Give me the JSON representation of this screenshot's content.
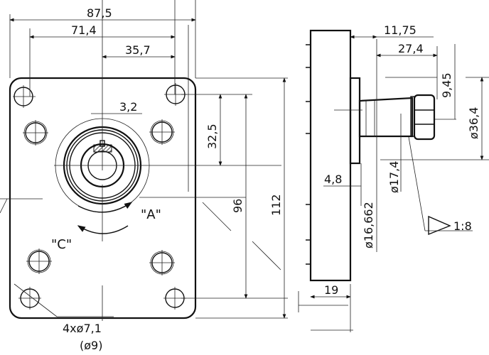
{
  "drawing": {
    "front_view": {
      "width_overall": "87,5",
      "hole_spacing_outer": "71,4",
      "hole_offset_half": "35,7",
      "key_width": "3,2",
      "shaft_offset": "32,5",
      "hole_spacing_vertical": "96",
      "height_overall": "112",
      "rotation_a": "\"A\"",
      "rotation_c": "\"C\"",
      "hole_spec": "4xø7,1",
      "hole_spec_alt": "(ø9)"
    },
    "side_view": {
      "flange_to_shaft": "11,75",
      "shaft_length": "27,4",
      "nut_width": "9,45",
      "pilot_diameter": "ø36,4",
      "flange_thickness": "4,8",
      "shaft_diameter_small": "ø16,662",
      "shaft_diameter_large": "ø17,4",
      "taper": "1:8",
      "body_width": "19"
    }
  }
}
